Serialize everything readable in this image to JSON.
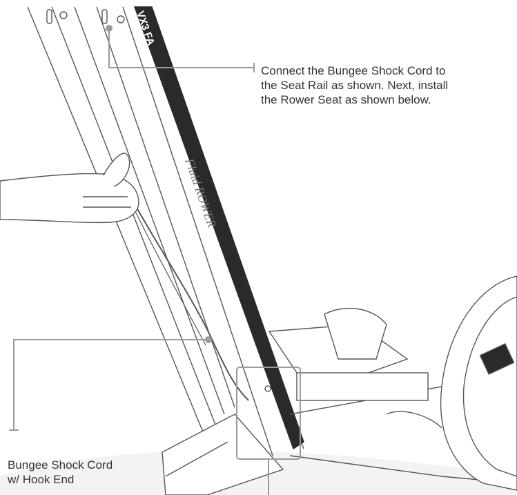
{
  "rail_label": "VX3 FA",
  "brand_mark": "Fluid ROWER",
  "callouts": {
    "top": {
      "lines": [
        "Connect the Bungee Shock Cord to",
        "the Seat Rail as shown. Next, install",
        "the Rower Seat as shown below."
      ]
    },
    "left": {
      "lines": [
        "Bungee Shock Cord",
        "w/ Hook End"
      ]
    }
  },
  "colors": {
    "line_art": "#555555",
    "leader": "#9a9a9a",
    "rail_band": "#2a2a2a",
    "text": "#333333"
  }
}
